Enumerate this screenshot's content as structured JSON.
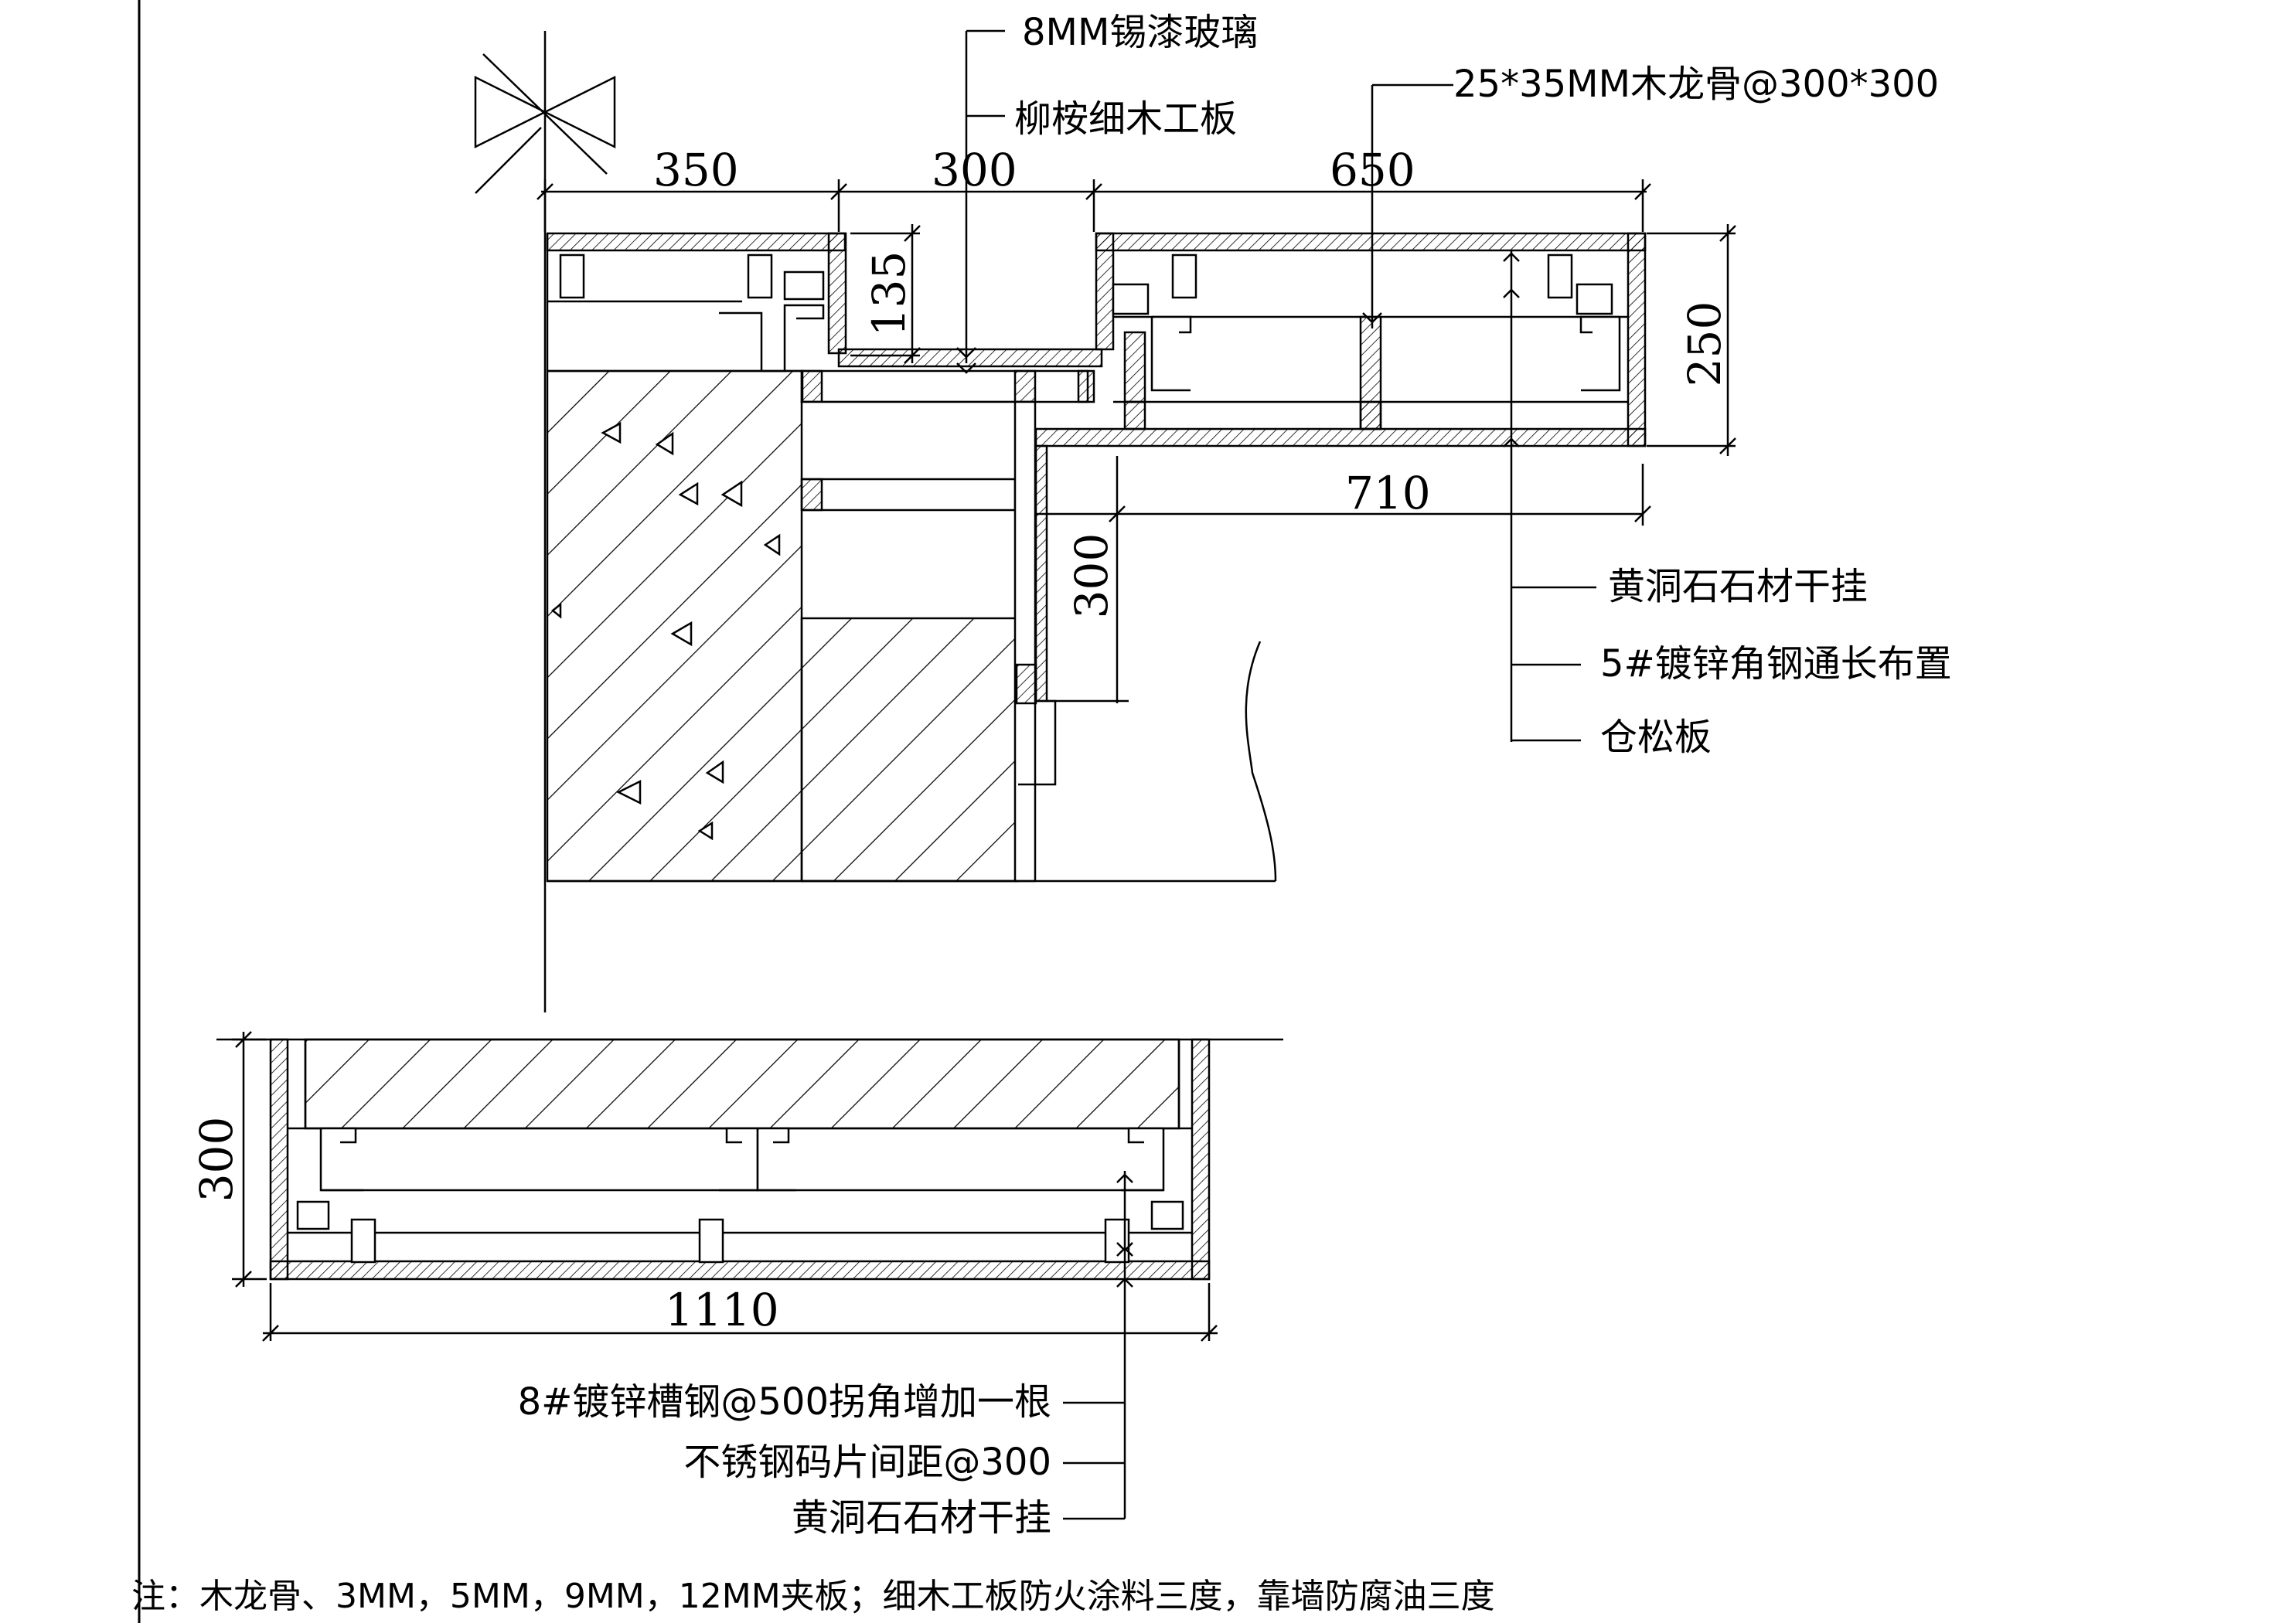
{
  "drawing": {
    "dimensions": {
      "d350": "350",
      "d300_top": "300",
      "d650": "650",
      "d135": "135",
      "d250": "250",
      "d710": "710",
      "d300_mid": "300",
      "d300_left": "300",
      "d1110": "1110"
    },
    "labels": {
      "glass": "8MM锡漆玻璃",
      "board": "柳桉细木工板",
      "keel": "25*35MM木龙骨@300*300",
      "stone_top": "黄洞石石材干挂",
      "angle_steel": "5#镀锌角钢通长布置",
      "pine_board": "仓松板",
      "channel_steel": "8#镀锌槽钢@500拐角增加一根",
      "clip": "不锈钢码片间距@300",
      "stone_bottom": "黄洞石石材干挂"
    },
    "note": "注：木龙骨、3MM，5MM，9MM，12MM夹板；细木工板防火涂料三度，靠墙防腐油三度"
  }
}
